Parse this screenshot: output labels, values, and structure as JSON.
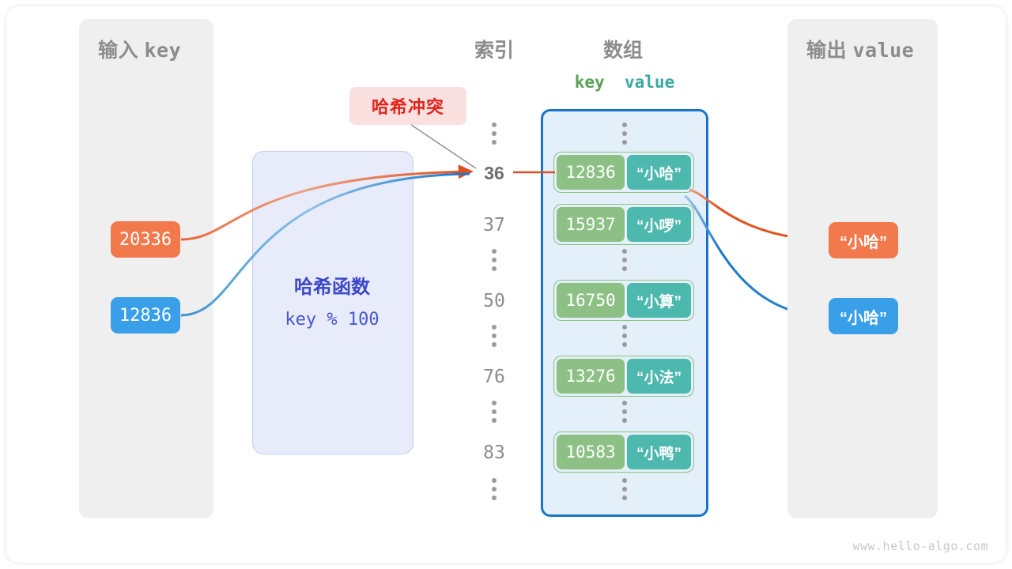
{
  "diagram": {
    "watermark": "www.hello-algo.com",
    "collision_badge": "哈希冲突",
    "colors": {
      "orange": "#f2794b",
      "blue": "#389fe8",
      "key_green": "#8cc084",
      "value_teal": "#4db8ae",
      "array_fill": "#e3eff9",
      "array_border": "#1874c8",
      "hash_fill": "#e8ebfa",
      "hash_text": "#3b48c7",
      "panel_fill": "#efefef",
      "badge_fill": "#fbe0e0",
      "badge_text": "#e1231a",
      "heading_gray": "#8c8c8c"
    }
  },
  "input_panel": {
    "title_cn": "输入",
    "title_mono": "key",
    "keys": [
      {
        "text": "20336",
        "color": "#f2794b"
      },
      {
        "text": "12836",
        "color": "#389fe8"
      }
    ]
  },
  "hash_function": {
    "label": "哈希函数",
    "formula": "key % 100"
  },
  "array_section": {
    "index_heading": "索引",
    "array_heading": "数组",
    "column_key": "key",
    "column_value": "value",
    "rows": [
      {
        "kind": "dots",
        "index": "",
        "key": "",
        "value": ""
      },
      {
        "kind": "entry",
        "index": "36",
        "key": "12836",
        "value": "“小哈”",
        "highlight": true
      },
      {
        "kind": "entry",
        "index": "37",
        "key": "15937",
        "value": "“小啰”",
        "highlight": false
      },
      {
        "kind": "dots",
        "index": "",
        "key": "",
        "value": ""
      },
      {
        "kind": "entry",
        "index": "50",
        "key": "16750",
        "value": "“小算”",
        "highlight": false
      },
      {
        "kind": "dots",
        "index": "",
        "key": "",
        "value": ""
      },
      {
        "kind": "entry",
        "index": "76",
        "key": "13276",
        "value": "“小法”",
        "highlight": false
      },
      {
        "kind": "dots",
        "index": "",
        "key": "",
        "value": ""
      },
      {
        "kind": "entry",
        "index": "83",
        "key": "10583",
        "value": "“小鸭”",
        "highlight": false
      },
      {
        "kind": "dots",
        "index": "",
        "key": "",
        "value": ""
      }
    ]
  },
  "output_panel": {
    "title_cn": "输出",
    "title_mono": "value",
    "values": [
      {
        "text": "“小哈”",
        "color": "#f2794b"
      },
      {
        "text": "“小哈”",
        "color": "#389fe8"
      }
    ]
  }
}
